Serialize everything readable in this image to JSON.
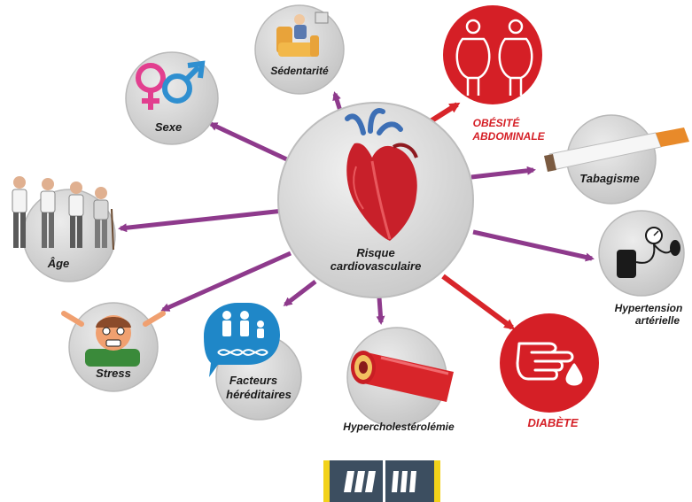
{
  "center": {
    "line1": "Risque",
    "line2": "cardiovasculaire"
  },
  "factors": {
    "sexe": "Sexe",
    "sedentarite": "Sédentarité",
    "obesite_line1": "OBÉSITÉ",
    "obesite_line2": "ABDOMINALE",
    "tabagisme": "Tabagisme",
    "age": "Âge",
    "hypertension_line1": "Hypertension",
    "hypertension_line2": "artérielle",
    "stress": "Stress",
    "facteurs_line1": "Facteurs",
    "facteurs_line2": "héréditaires",
    "hypercholesterolemie": "Hypercholestérolémie",
    "diabete": "DIABÈTE"
  },
  "colors": {
    "purple_arrow": "#8e3a8c",
    "red_arrow": "#d8252a",
    "node_gray": "#d2d2d2",
    "red_node": "#d51f26",
    "label_dark": "#1a1a1a",
    "label_red": "#d51f26",
    "heart": "#c8202a",
    "vein_blue": "#3d6fb5",
    "female_pink": "#e23f8f",
    "male_blue": "#2f8fd0",
    "heredity_blue": "#1f87c8"
  },
  "icons": {
    "center": "heart-icon",
    "sexe": "gender-symbols-icon",
    "sedentarite": "armchair-person-icon",
    "obesite": "obese-figures-icon",
    "tabagisme": "cigarette-icon",
    "age": "elderly-people-icon",
    "hypertension": "blood-pressure-gauge-icon",
    "stress": "stressed-face-icon",
    "facteurs": "family-dna-icon",
    "hypercholesterolemie": "clogged-artery-icon",
    "diabete": "finger-drop-icon",
    "footer": "building-logo-icon"
  }
}
